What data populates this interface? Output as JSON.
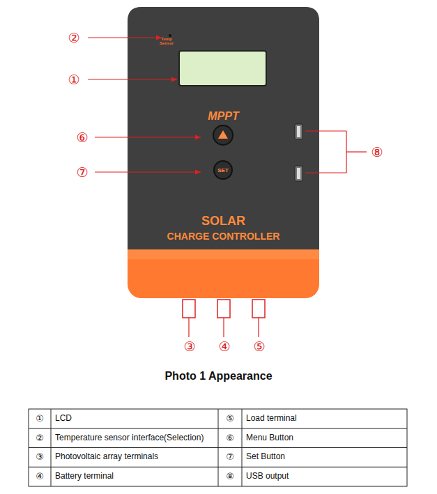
{
  "diagram": {
    "caption": "Photo 1 Appearance",
    "nodes": [
      {
        "text": [
          "Temp Sensor",
          "MPPT",
          "SOLAR",
          "CHARGE CONTROLLER"
        ]
      },
      {
        "text": [
          "SET"
        ],
        "in": 0
      }
    ],
    "labels": [
      "②",
      "①",
      "⑥",
      "⑦",
      "⑧",
      "③",
      "④",
      "⑤",
      "①",
      "LCD",
      "⑤",
      "Load terminal",
      "②",
      "Temperature sensor interface(Selection)",
      "⑥",
      "Menu Button",
      "③",
      "Photovoltaic array terminals",
      "⑦",
      "Set Button",
      "④",
      "Battery terminal",
      "⑧",
      "USB output"
    ]
  }
}
